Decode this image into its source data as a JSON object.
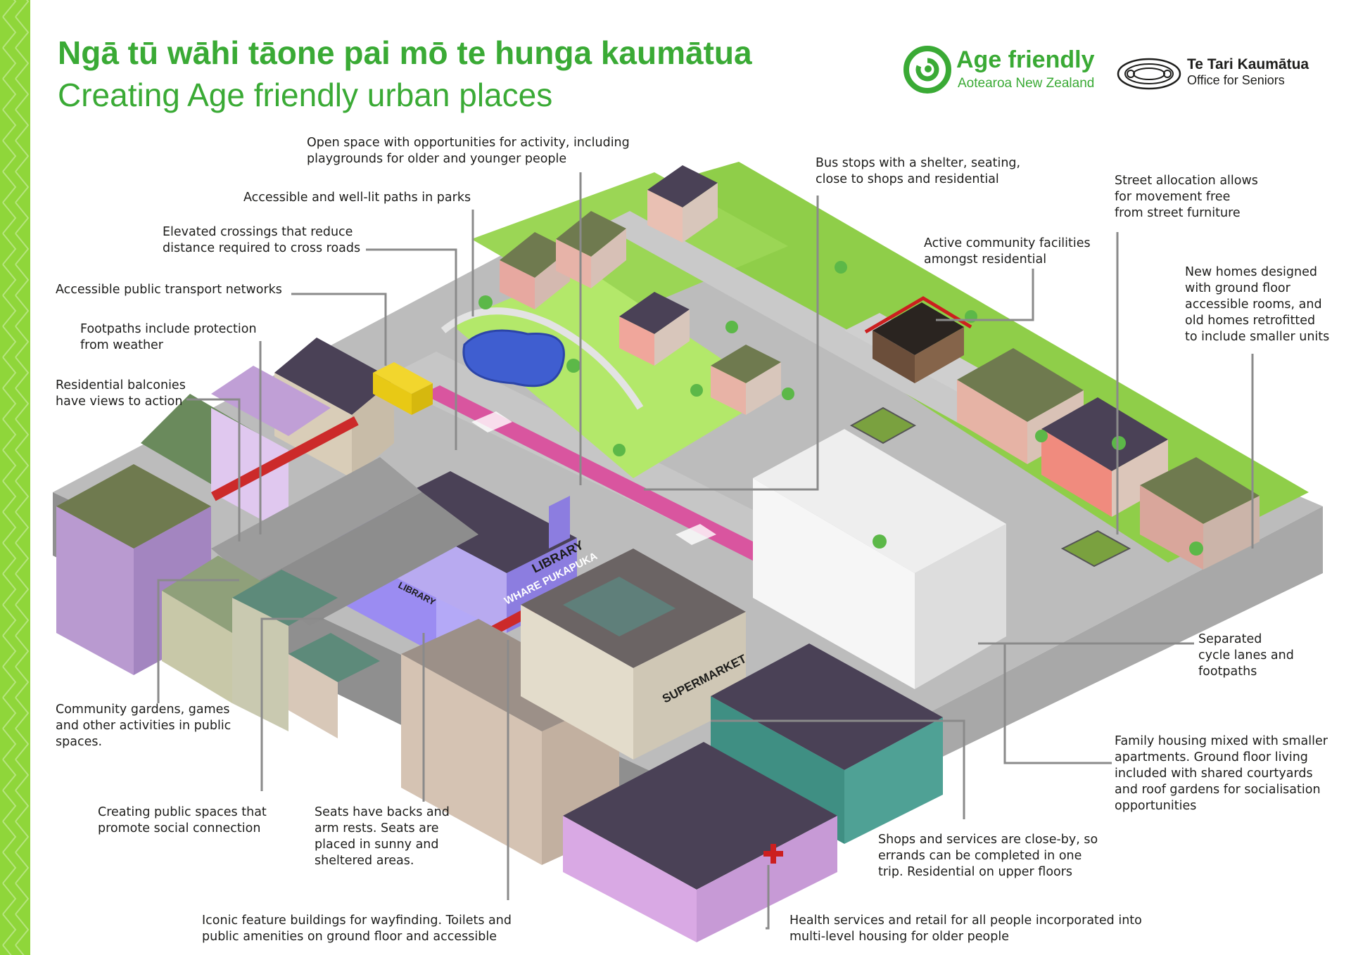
{
  "title": {
    "maori": "Ngā tū wāhi tāone pai mō te hunga kaumātua",
    "english": "Creating Age friendly urban places"
  },
  "logos": {
    "age_friendly": {
      "name": "Age friendly",
      "sub": "Aotearoa New Zealand"
    },
    "office": {
      "name": "Te Tari Kaumātua",
      "sub": "Office for Seniors"
    }
  },
  "labels": {
    "open_space": "Open space with opportunities for activity, including\nplaygrounds for older and younger people",
    "paths_parks": "Accessible and well-lit paths in parks",
    "elevated_crossings": "Elevated crossings that reduce\ndistance required to cross roads",
    "public_transport": "Accessible public transport networks",
    "footpaths_weather": "Footpaths include protection\nfrom weather",
    "balconies": "Residential balconies\nhave views to action",
    "bus_stops": "Bus stops with a shelter, seating,\nclose to shops and residential",
    "community_facilities": "Active community facilities\namongst residential",
    "street_allocation": "Street allocation allows\nfor movement free\nfrom street furniture",
    "new_homes": "New homes designed\nwith ground floor\naccessible rooms, and\nold homes retrofitted\nto include smaller units",
    "cycle_lanes": "Separated\ncycle lanes and\nfootpaths",
    "family_housing": "Family housing mixed with smaller\napartments. Ground floor living\nincluded with shared courtyards\nand roof gardens for socialisation\nopportunities",
    "community_gardens": "Community gardens, games\nand other activities in public\nspaces.",
    "public_spaces": "Creating public spaces that\npromote social connection",
    "seats": "Seats have backs and\narm rests. Seats are\nplaced in sunny and\nsheltered areas.",
    "shops_services": "Shops and services are close-by, so\nerrands can be completed in one\ntrip. Residential on upper floors",
    "iconic_buildings": "Iconic feature buildings for wayfinding. Toilets and\npublic amenities on ground floor and accessible",
    "health_services": "Health services and retail for all people incorporated into\nmulti-level housing for older people"
  },
  "signs": {
    "library_top": "LIBRARY",
    "library_whare": "WHARE PUKAPUKA",
    "library_small": "LIBRARY",
    "supermarket": "SUPERMARKET"
  },
  "colors": {
    "brand_green": "#3aaa35",
    "stripe_green": "#8fd63a",
    "park_green": "#b3e86a",
    "road": "#c9c9c9",
    "cycle_lane": "#d9559f",
    "roof_dark": "#4a4156",
    "library": "#9b8cf2",
    "leader": "#8a8a8a"
  }
}
